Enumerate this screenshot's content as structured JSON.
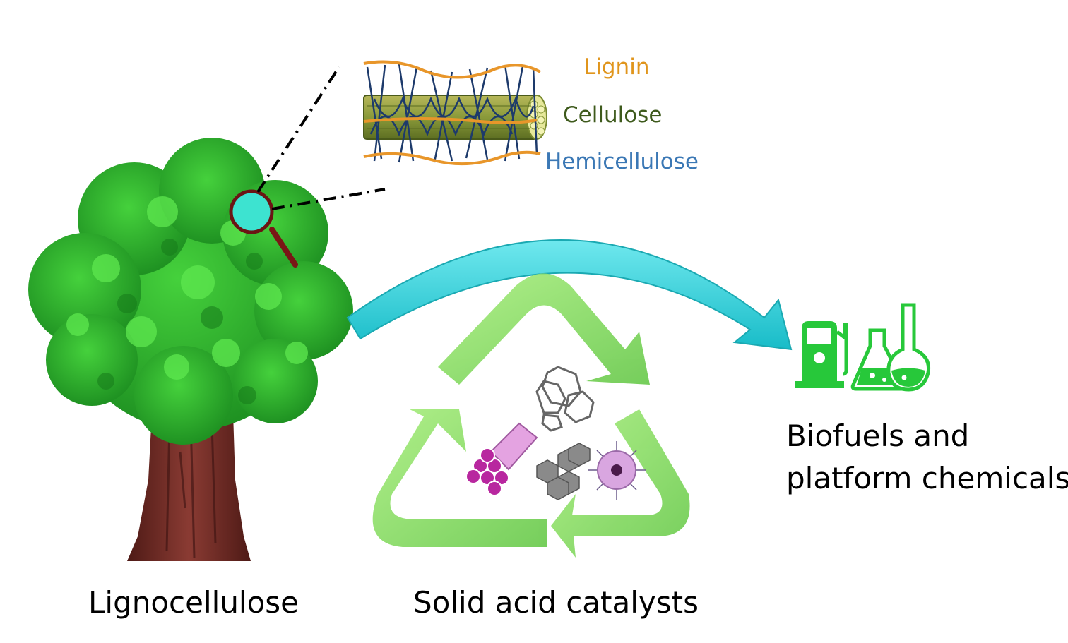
{
  "fiber_labels": {
    "lignin": "Lignin",
    "cellulose": "Cellulose",
    "hemicellulose": "Hemicellulose"
  },
  "captions": {
    "source": "Lignocellulose",
    "catalyst": "Solid acid catalysts",
    "product_line1": "Biofuels and",
    "product_line2": "platform chemicals"
  },
  "colors": {
    "lignin": "#e8962a",
    "cellulose": "#3e5a1c",
    "hemicellulose": "#3b78b5",
    "arrow": "#33d3dc",
    "recycle": "#8fe06a",
    "icons": "#27c83a",
    "canopy": "#2fae2c",
    "trunk": "#6a2a22"
  },
  "icons": [
    "fuel-pump-icon",
    "erlenmeyer-flask-icon",
    "round-bottom-flask-icon",
    "magnifier-icon"
  ]
}
